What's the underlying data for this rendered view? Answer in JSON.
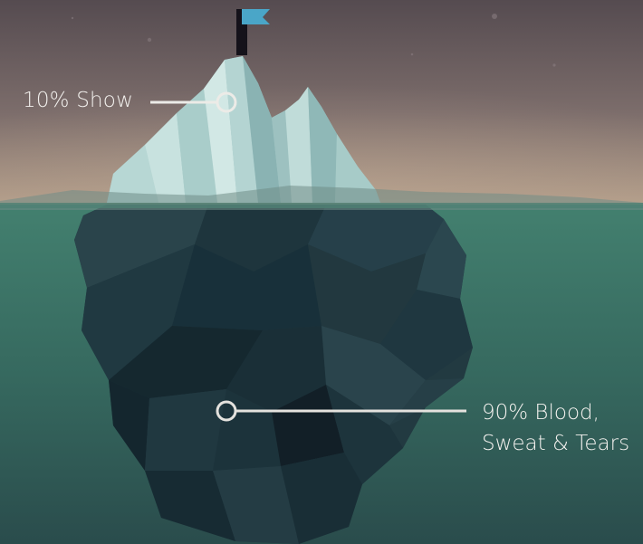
{
  "annotations": {
    "above": {
      "text": "10% Show"
    },
    "below": {
      "line1": "90% Blood,",
      "line2": "Sweat & Tears"
    }
  },
  "colors": {
    "sky_top": "#534a4f",
    "sky_bottom": "#a99684",
    "water_top": "#3d7f6f",
    "water_bottom": "#2b4f4e",
    "ice_light": "#c6e0de",
    "ice_mid": "#9fc6c4",
    "ice_shadow": "#7aa8a9",
    "underwater_ice": "#22383f",
    "underwater_ice_dark": "#142630",
    "flag": "#4aa6c8",
    "flag_pole": "#15121a",
    "leader_line": "#e9e7e3"
  }
}
